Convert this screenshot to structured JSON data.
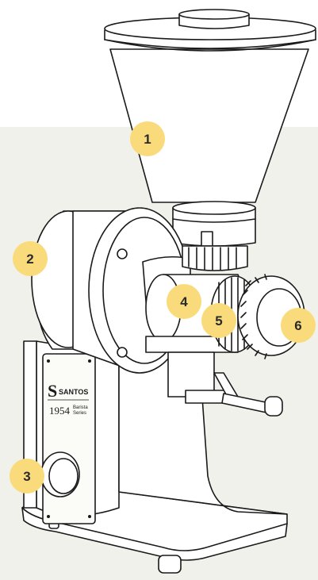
{
  "colors": {
    "background_band": "#f1f1ec",
    "callout": "#fadb7c",
    "line": "#1a1a1a"
  },
  "brand": {
    "name": "SANTOS",
    "year": "1954",
    "series_line1": "Barista",
    "series_line2": "Series"
  },
  "callouts": [
    "1",
    "2",
    "3",
    "4",
    "5",
    "6"
  ]
}
